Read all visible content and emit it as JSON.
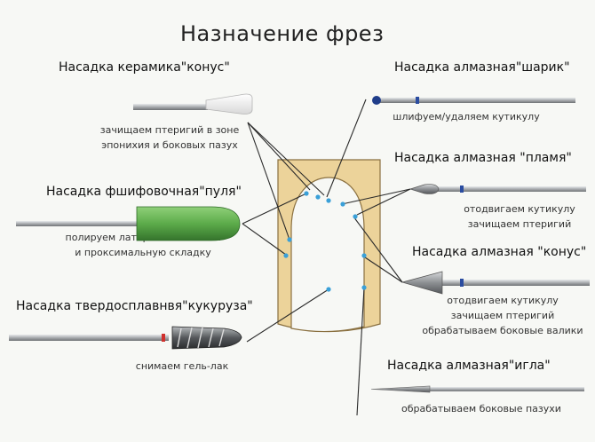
{
  "title": "Назначение фрез",
  "bits": [
    {
      "id": "ceramic-cone",
      "name": "Насадка керамика\"конус\"",
      "desc": [
        "зачищаем птеригий в зоне",
        "эпонихия и боковых пазух"
      ]
    },
    {
      "id": "sanding-bullet",
      "name": "Насадка фшифовочная\"пуля\"",
      "desc": [
        "полируем латеральный валик",
        "и проксимальную складку"
      ]
    },
    {
      "id": "carbide-corn",
      "name": "Насадка твердосплавнвя\"кукуруза\"",
      "desc": [
        "снимаем гель-лак"
      ]
    },
    {
      "id": "diamond-ball",
      "name": "Насадка алмазная\"шарик\"",
      "desc": [
        "шлифуем/удаляем кутикулу"
      ]
    },
    {
      "id": "diamond-flame",
      "name": "Насадка алмазная \"пламя\"",
      "desc": [
        "отодвигаем кутикулу",
        "зачищаем птеригий"
      ]
    },
    {
      "id": "diamond-cone",
      "name": "Насадка алмазная \"конус\"",
      "desc": [
        "отодвигаем кутикулу",
        "зачищаем птеригий",
        "обрабатываем боковые валики"
      ]
    },
    {
      "id": "diamond-needle",
      "name": "Насадка алмазная\"игла\"",
      "desc": [
        "обрабатываем боковые пазухи"
      ]
    }
  ],
  "colors": {
    "nail_bed": "#ecd39a",
    "nail_outline": "#8a7040",
    "nail_plate": "#f7f8f5",
    "point_marker": "#3aa0d8",
    "leader_line": "#2a2a2a",
    "sanding_bit": "#5cab4a",
    "shank": "#a9acaf",
    "band_blue": "#2a4ca0",
    "band_red": "#d0312d"
  }
}
